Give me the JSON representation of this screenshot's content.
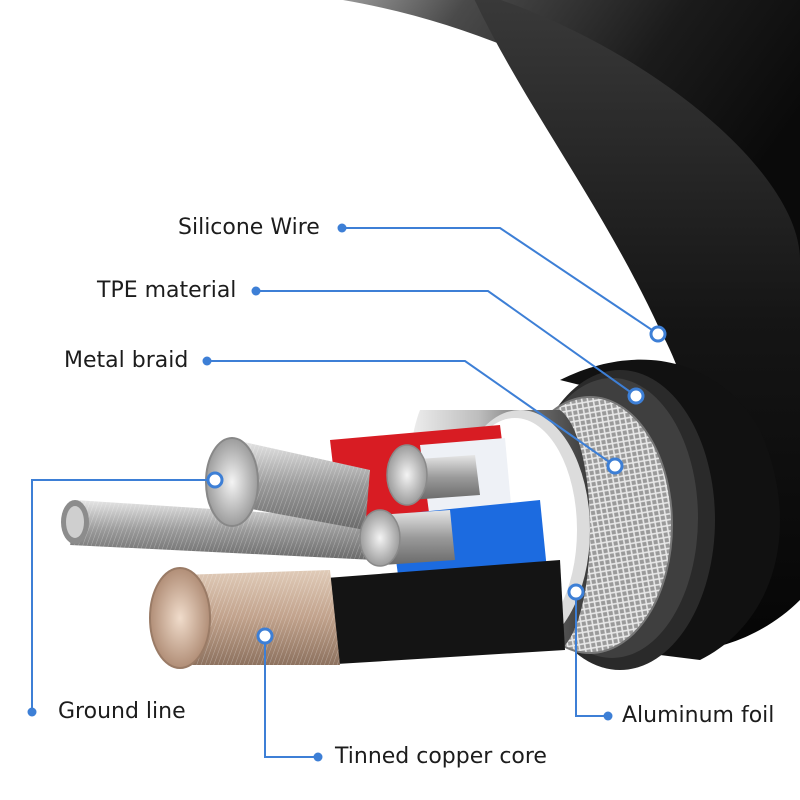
{
  "labels": {
    "silicone_wire": "Silicone Wire",
    "tpe_material": "TPE material",
    "metal_braid": "Metal braid",
    "ground_line": "Ground line",
    "tinned_copper_core": "Tinned copper core",
    "aluminum_foil": "Aluminum foil"
  },
  "colors": {
    "callout_line": "#3d7fd6",
    "outer_jacket": "#1a1a1a",
    "red_conductor": "#d81c23",
    "blue_conductor": "#1c6be0",
    "white_conductor": "#eef1f6",
    "black_conductor": "#141414",
    "tinned_copper": "#c9ad97"
  }
}
